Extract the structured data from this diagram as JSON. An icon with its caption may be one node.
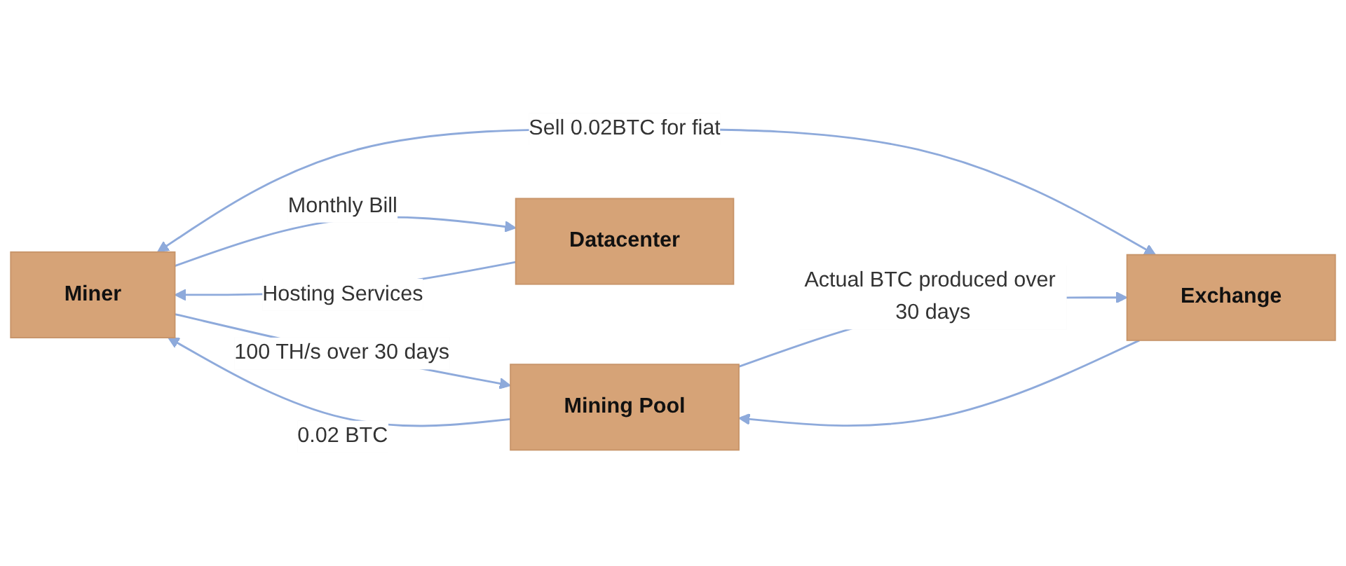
{
  "diagram": {
    "nodes": [
      {
        "text": [
          "Miner"
        ]
      },
      {
        "text": [
          "Mining Pool"
        ]
      },
      {
        "text": [
          "Datacenter"
        ]
      },
      {
        "text": [
          "Exchange"
        ]
      }
    ],
    "edges": [
      {
        "from": 0,
        "to": 1,
        "arrow": "to",
        "label": "100 TH/s over 30 days"
      },
      {
        "from": 1,
        "to": 0,
        "arrow": "to",
        "label": "0.02 BTC"
      },
      {
        "from": 0,
        "to": 2,
        "arrow": "to",
        "label": "Monthly Bill"
      },
      {
        "from": 2,
        "to": 0,
        "arrow": "to",
        "label": "Hosting Services"
      },
      {
        "from": 0,
        "to": 3,
        "arrow": "both",
        "label": "Sell 0.02BTC for fiat"
      },
      {
        "from": 1,
        "to": 3,
        "arrow": "to",
        "label": "Actual BTC produced over 30 days"
      },
      {
        "from": 3,
        "to": 1,
        "arrow": "to"
      }
    ]
  }
}
